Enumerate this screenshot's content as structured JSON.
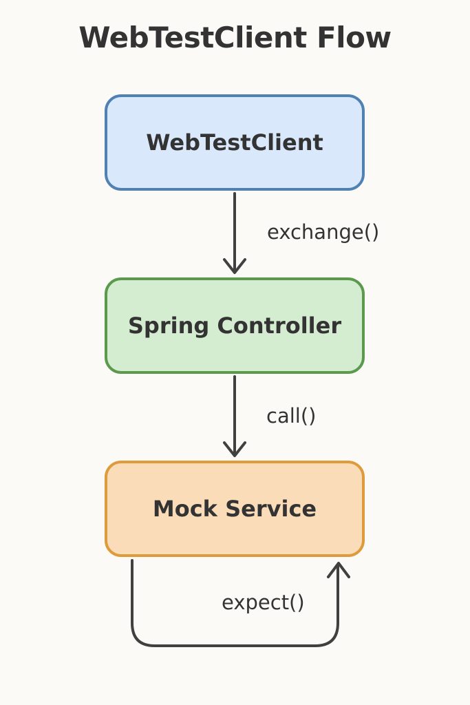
{
  "title": "WebTestClient Flow",
  "nodes": {
    "webtestclient": {
      "label": "WebTestClient",
      "fill": "#dae8fb",
      "border": "#4f81b3"
    },
    "spring_controller": {
      "label": "Spring Controller",
      "fill": "#d4ecd0",
      "border": "#5b9a4d"
    },
    "mock_service": {
      "label": "Mock Service",
      "fill": "#fbdcb9",
      "border": "#dd9b3b"
    }
  },
  "edges": {
    "exchange": {
      "label": "exchange()"
    },
    "call": {
      "label": "call()"
    },
    "expect": {
      "label": "expect()"
    }
  },
  "colors": {
    "arrow": "#404040",
    "text": "#333333",
    "background": "#fbfaf7"
  }
}
